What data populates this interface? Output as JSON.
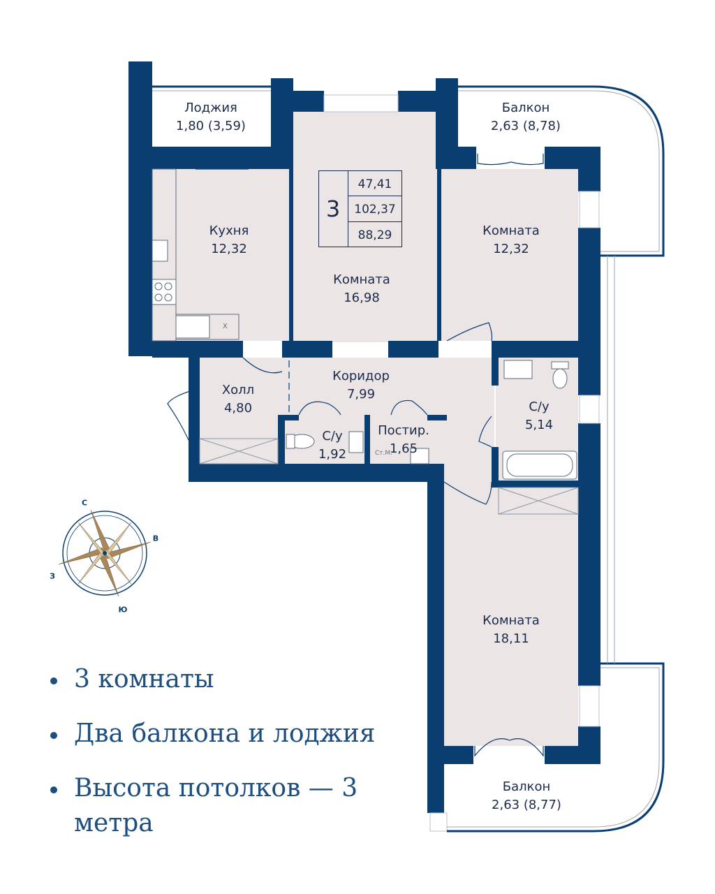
{
  "apartment": {
    "rooms_count": "3",
    "areas": [
      "47,41",
      "102,37",
      "88,29"
    ]
  },
  "rooms": {
    "loggia": {
      "name": "Лоджия",
      "area": "1,80 (3,59)"
    },
    "balcony_top": {
      "name": "Балкон",
      "area": "2,63 (8,78)"
    },
    "kitchen": {
      "name": "Кухня",
      "area": "12,32"
    },
    "living_center": {
      "name": "Комната",
      "area": "16,98"
    },
    "room_right": {
      "name": "Комната",
      "area": "12,32"
    },
    "hall": {
      "name": "Холл",
      "area": "4,80"
    },
    "corridor": {
      "name": "Коридор",
      "area": "7,99"
    },
    "wc_small": {
      "name": "С/у",
      "area": "1,92"
    },
    "laundry": {
      "name": "Постир.",
      "area": "1,65",
      "appliance": "Ст.М."
    },
    "bath_right": {
      "name": "С/у",
      "area": "5,14"
    },
    "room_bottom": {
      "name": "Комната",
      "area": "18,11"
    },
    "balcony_bottom": {
      "name": "Балкон",
      "area": "2,63 (8,77)"
    }
  },
  "kitchen_fixture_mark": "X",
  "compass": {
    "north": "С",
    "east": "В",
    "south": "Ю",
    "west": "З"
  },
  "features": [
    "3 комнаты",
    "Два балкона и лоджия",
    "Высота потолков — 3 метра"
  ],
  "colors": {
    "wall": "#0b3e70",
    "floor": "#ebe5e6",
    "text": "#1d2b4a",
    "accent_text": "#1d4e80",
    "compass_gold": "#a8875a"
  }
}
